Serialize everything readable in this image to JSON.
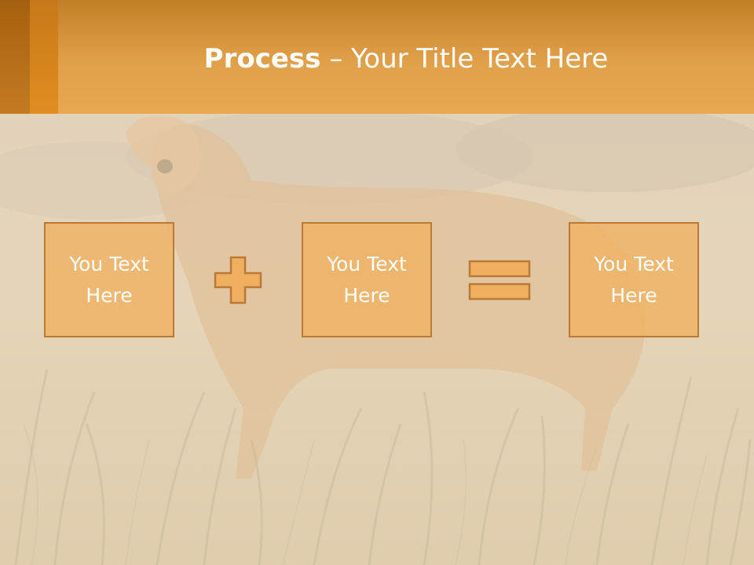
{
  "slide": {
    "title_bold": "Process",
    "title_dash": " – ",
    "title_rest": "Your Title Text Here",
    "accent_color": "#e1a04a",
    "box_fill_color": "#f0af5f",
    "box_border_color": "#b87a35"
  },
  "process": {
    "steps": [
      {
        "text": "You Text\nHere"
      },
      {
        "text": "You Text\nHere"
      },
      {
        "text": "You Text\nHere"
      }
    ],
    "operators": [
      "plus-icon",
      "equals-icon"
    ]
  },
  "background": {
    "image": "faded photo of a dog standing in tall grass"
  }
}
